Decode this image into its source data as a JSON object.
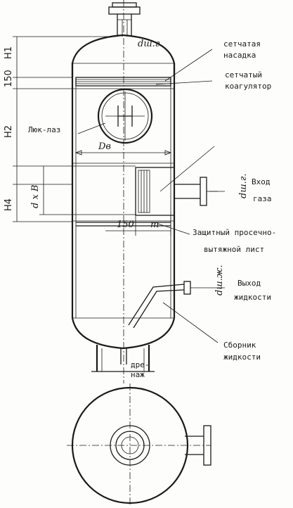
{
  "labels": {
    "mesh_packing_1": "сетчатая",
    "mesh_packing_2": "насадка",
    "mesh_coalescer_1": "сетчатый",
    "mesh_coalescer_2": "коагулятор",
    "manhole": "Люк-лаз",
    "gas_inlet_1": "Вход",
    "gas_inlet_2": "газа",
    "protective_sheet_1": "Защитный просечно-",
    "protective_sheet_2": "вытяжной лист",
    "liquid_outlet_1": "Выход",
    "liquid_outlet_2": "жидкости",
    "liquid_collector_1": "Сборник",
    "liquid_collector_2": "жидкости",
    "drain_1": "дре-",
    "drain_2": "наж"
  },
  "dimensions": {
    "h1": "H1",
    "d150_top": "150",
    "h2": "H2",
    "h4": "H4",
    "d_inlet": "d x B",
    "d_gas_nozzle": "dш.г.",
    "d_gas_outlet_top": "dш.г.",
    "d_liquid_nozzle": "dш.ж.",
    "diameter": "Dв",
    "d150_bottom": "150",
    "m": "m"
  }
}
